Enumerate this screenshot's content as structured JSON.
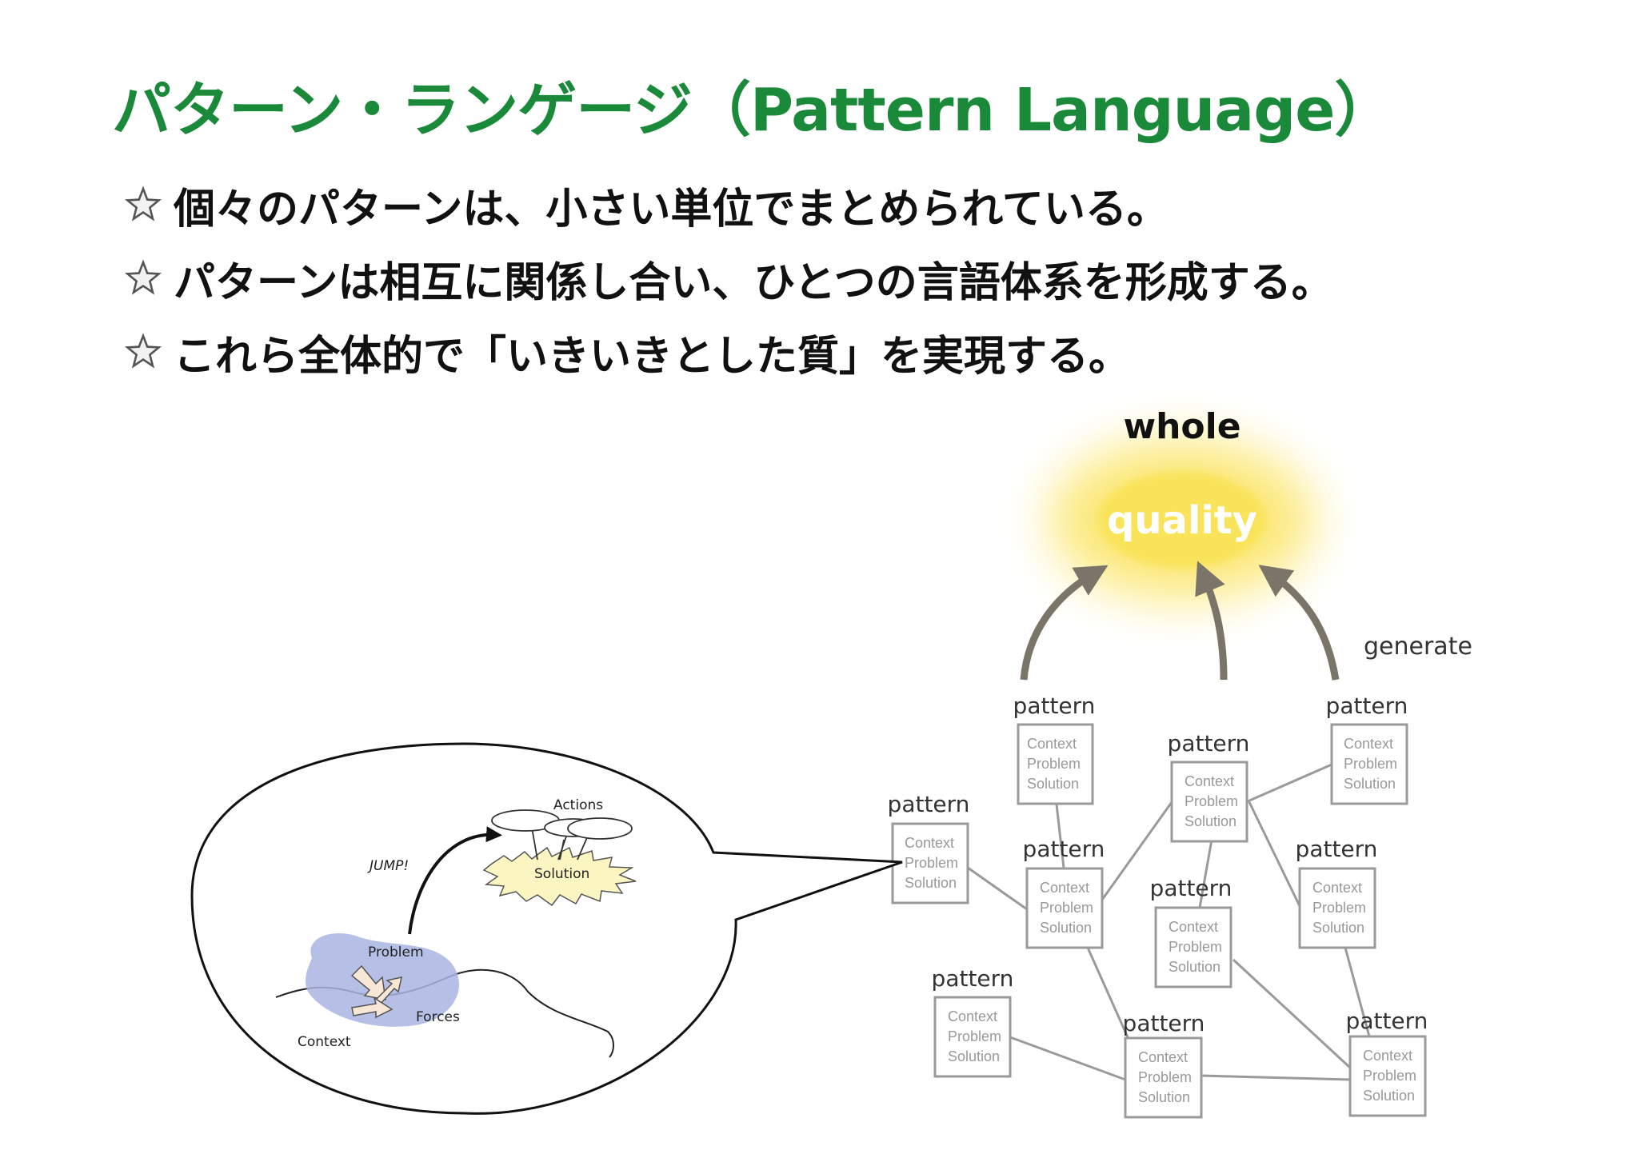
{
  "slide": {
    "title": "パターン・ランゲージ（Pattern Language）",
    "bullets": [
      "個々のパターンは、小さい単位でまとめられている。",
      "パターンは相互に関係し合い、ひとつの言語体系を形成する。",
      "これら全体的で「いきいきとした質」を実現する。"
    ]
  },
  "diagram": {
    "whole_label": "whole",
    "quality_label": "quality",
    "generate_label": "generate",
    "pattern_label": "pattern",
    "box_lines": [
      "Context",
      "Problem",
      "Solution"
    ],
    "inset": {
      "actions": "Actions",
      "jump": "JUMP!",
      "solution": "Solution",
      "problem": "Problem",
      "forces": "Forces",
      "context": "Context"
    },
    "colors": {
      "title_green": "#1a8a3a",
      "glow_yellow": "#fbe66a",
      "box_border": "#9a9a9a",
      "arrow_gray": "#7a7568",
      "problem_blue": "#a9b4e0"
    }
  }
}
